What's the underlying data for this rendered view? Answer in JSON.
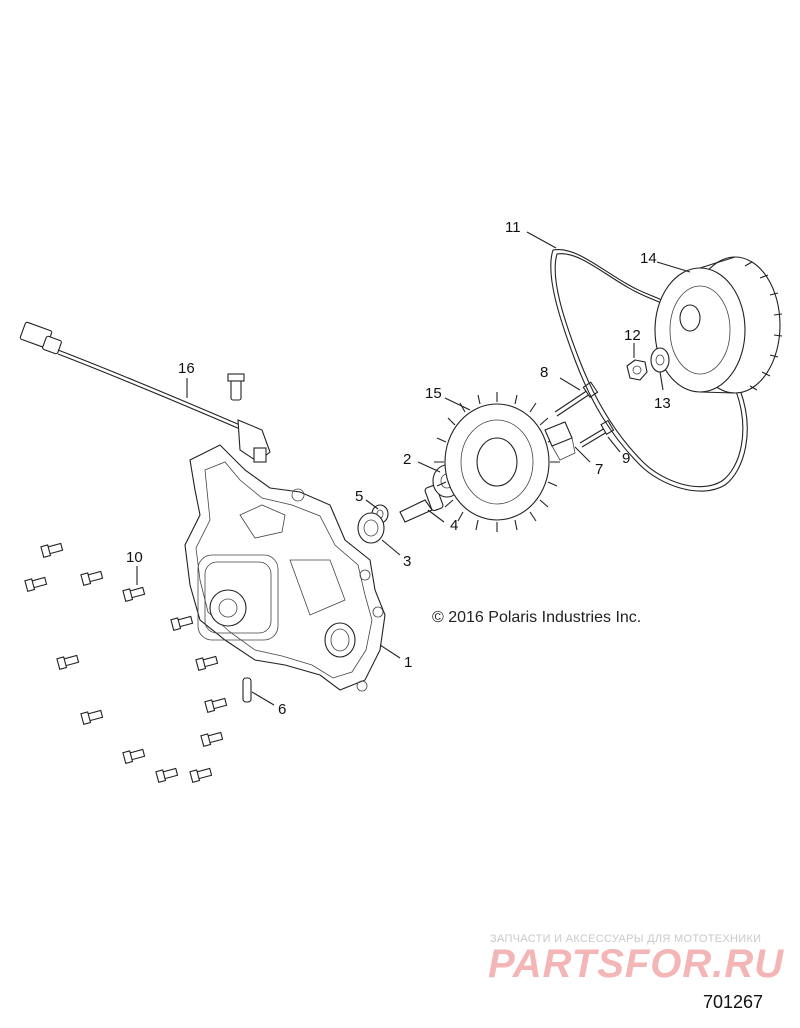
{
  "copyright": "© 2016 Polaris Industries Inc.",
  "diagram_id": "701267",
  "watermark": {
    "tagline": "ЗАПЧАСТИ И АКСЕССУАРЫ ДЛЯ МОТОТЕХНИКИ",
    "brand": "PARTSFOR.RU",
    "color": "#f3b5b5"
  },
  "callouts": [
    "1",
    "2",
    "3",
    "4",
    "5",
    "6",
    "7",
    "8",
    "9",
    "10",
    "11",
    "12",
    "13",
    "14",
    "15",
    "16"
  ]
}
